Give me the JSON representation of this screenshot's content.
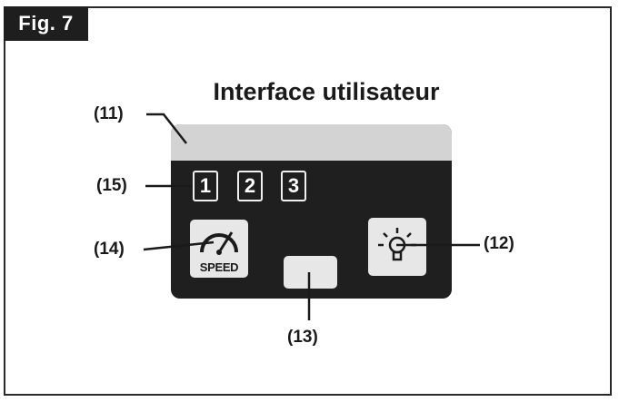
{
  "figure": {
    "label": "Fig. 7"
  },
  "title": "Interface utilisateur",
  "panel": {
    "digits": [
      "1",
      "2",
      "3"
    ],
    "speed_label": "SPEED"
  },
  "callouts": {
    "c11": "(11)",
    "c12": "(12)",
    "c13": "(13)",
    "c14": "(14)",
    "c15": "(15)"
  },
  "icons": [
    "speed-gauge-icon",
    "light-bulb-icon"
  ],
  "colors": {
    "panel": "#1f1f1f",
    "display": "#d3d3d3",
    "button": "#e7e7e7"
  }
}
